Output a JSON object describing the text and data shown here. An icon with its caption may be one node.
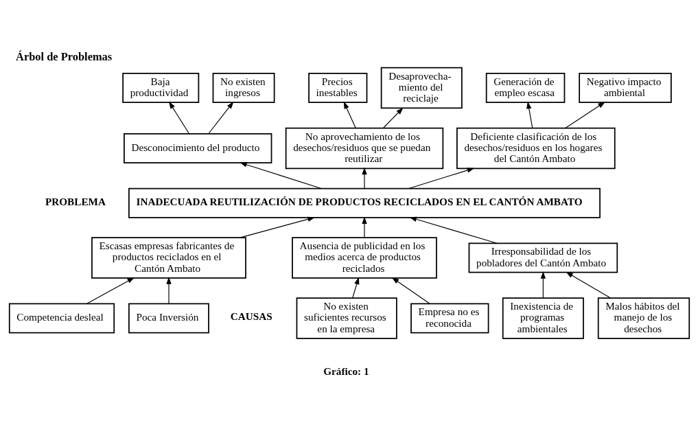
{
  "diagram": {
    "title": "Árbol de Problemas",
    "nodes": [
      {
        "text": [
          "Baja productividad"
        ]
      },
      {
        "text": [
          "No existen ingresos"
        ]
      },
      {
        "text": [
          "Precios inestables"
        ]
      },
      {
        "text": [
          "Desaprovecha- miento del reciclaje"
        ]
      },
      {
        "text": [
          "Generación de empleo escasa"
        ]
      },
      {
        "text": [
          "Negativo impacto ambiental"
        ]
      },
      {
        "text": [
          "Desconocimiento del producto"
        ]
      },
      {
        "text": [
          "No aprovechamiento de los desechos/residuos que se puedan reutilizar"
        ]
      },
      {
        "text": [
          "Deficiente clasificación de los desechos/residuos en los hogares del Cantón Ambato"
        ]
      },
      {
        "text": [
          "INADECUADA REUTILIZACIÓN DE PRODUCTOS RECICLADOS EN EL CANTÓN AMBATO"
        ]
      },
      {
        "text": [
          "Ausencia de publicidad en los medios acerca de productos reciclados"
        ]
      },
      {
        "text": [
          "Escasas empresas fabricantes de productos reciclados en el Cantón Ambato"
        ]
      },
      {
        "text": [
          "Irresponsabilidad de los pobladores del Cantón Ambato"
        ]
      },
      {
        "text": [
          "No existen suficientes recursos en la empresa"
        ]
      },
      {
        "text": [
          "Empresa no es reconocida"
        ]
      },
      {
        "text": [
          "Poca Inversión"
        ]
      },
      {
        "text": [
          "Competencia desleal"
        ]
      },
      {
        "text": [
          "Malos hábitos del manejo de los desechos"
        ]
      },
      {
        "text": [
          "Inexistencia de programas ambientales"
        ]
      }
    ],
    "edges": [
      {
        "from": 6,
        "to": 0,
        "arrow": "to"
      },
      {
        "from": 6,
        "to": 1,
        "arrow": "to"
      },
      {
        "from": 7,
        "to": 2,
        "arrow": "to"
      },
      {
        "from": 7,
        "to": 3,
        "arrow": "to"
      },
      {
        "from": 8,
        "to": 4,
        "arrow": "to"
      },
      {
        "from": 8,
        "to": 5,
        "arrow": "to"
      },
      {
        "from": 9,
        "to": 6,
        "arrow": "to"
      },
      {
        "from": 9,
        "to": 7,
        "arrow": "to"
      },
      {
        "from": 9,
        "to": 8,
        "arrow": "to"
      },
      {
        "from": 10,
        "to": 9,
        "arrow": "to"
      },
      {
        "from": 11,
        "to": 9,
        "arrow": "to"
      },
      {
        "from": 12,
        "to": 9,
        "arrow": "to"
      },
      {
        "from": 13,
        "to": 10,
        "arrow": "to"
      },
      {
        "from": 14,
        "to": 10,
        "arrow": "to"
      },
      {
        "from": 15,
        "to": 11,
        "arrow": "to"
      },
      {
        "from": 16,
        "to": 11,
        "arrow": "to"
      },
      {
        "from": 17,
        "to": 12,
        "arrow": "to"
      },
      {
        "from": 18,
        "to": 12,
        "arrow": "to"
      }
    ],
    "labels": [
      "PROBLEMA",
      "CAUSAS",
      "Gráfico: 1"
    ]
  }
}
